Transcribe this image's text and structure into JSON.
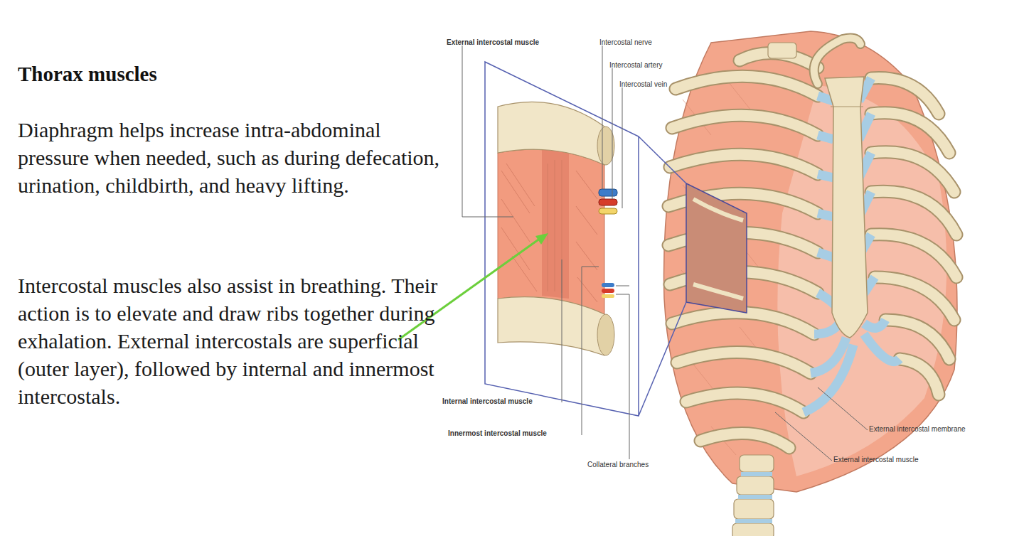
{
  "diagram": {
    "title": "Thorax muscles",
    "labels": [
      "Diaphragm helps increase intra-abdominal pressure when needed, such as during defecation, urination, childbirth, and heavy lifting.",
      "Intercostal muscles also assist in breathing. Their action is to elevate and draw ribs together during exhalation. External intercostals are superficial (outer layer), followed by internal and innermost intercostals.",
      "External intercostal muscle",
      "Intercostal nerve",
      "Intercostal artery",
      "Intercostal vein",
      "Internal intercostal muscle",
      "Innermost intercostal muscle",
      "Collateral branches",
      "External intercostal membrane",
      "External intercostal muscle"
    ]
  }
}
